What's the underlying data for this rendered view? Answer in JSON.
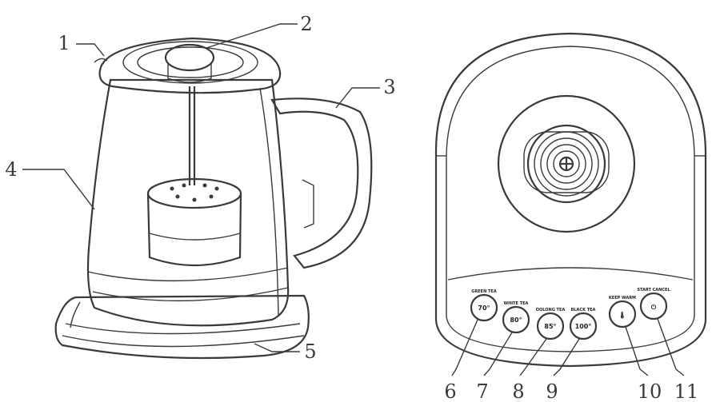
{
  "callouts": [
    {
      "num": "1"
    },
    {
      "num": "2"
    },
    {
      "num": "3"
    },
    {
      "num": "4"
    },
    {
      "num": "5"
    },
    {
      "num": "6"
    },
    {
      "num": "7"
    },
    {
      "num": "8"
    },
    {
      "num": "9"
    },
    {
      "num": "10"
    },
    {
      "num": "11"
    }
  ],
  "buttons": [
    {
      "label": "GREEN TEA",
      "temp": "70°"
    },
    {
      "label": "WHITE TEA",
      "temp": "80°"
    },
    {
      "label": "OOLONG TEA",
      "temp": "85°"
    },
    {
      "label": "BLACK TEA",
      "temp": "100°"
    },
    {
      "label": "KEEP WARM",
      "temp": "🌡"
    },
    {
      "label": "START CANCEL",
      "temp": "⏻"
    }
  ],
  "colors": {
    "line": "#3a3a3a",
    "background": "#ffffff"
  }
}
